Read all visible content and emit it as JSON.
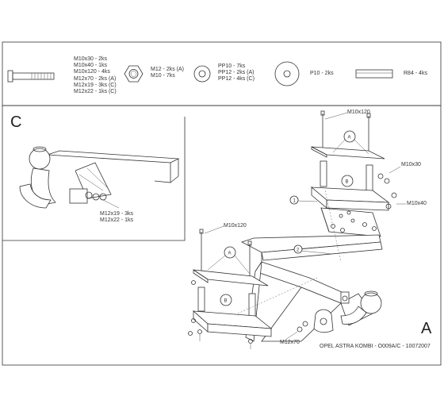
{
  "hardware_legend": {
    "bolt_spec": [
      "M10x30 - 2ks",
      "M10x40 - 1ks",
      "M10x120 - 4ks",
      "M12x70 - 2ks (A)",
      "M12x19 - 3ks (C)",
      "M12x22 - 1ks (C)"
    ],
    "nut_spec": [
      "M12 - 2ks (A)",
      "M10 - 7ks"
    ],
    "washer_spec": [
      "PP10 - 7ks",
      "PP12 - 2ks (A)",
      "PP12 - 4ks (C)"
    ],
    "large_washer_spec": [
      "P10 - 2ks"
    ],
    "spacer_spec": [
      "R84 - 4ks"
    ]
  },
  "detail_c": {
    "letter": "C",
    "bolts": [
      "M12x19 - 3ks",
      "M12x22 - 1ks"
    ]
  },
  "main_view": {
    "letter": "A",
    "labels": {
      "m10x120_top": "M10x120",
      "m10x120_left": "M10x120",
      "m10x30": "M10x30",
      "m10x40": "M10x40",
      "m12x70": "M12x70"
    },
    "callouts": {
      "part1": "1",
      "part2": "2",
      "plate_a_top": "A",
      "plate_b_top": "B",
      "plate_a_left": "A",
      "plate_b_left": "B"
    }
  },
  "footer": "OPEL ASTRA KOMBI - O009A/C - 10072007"
}
